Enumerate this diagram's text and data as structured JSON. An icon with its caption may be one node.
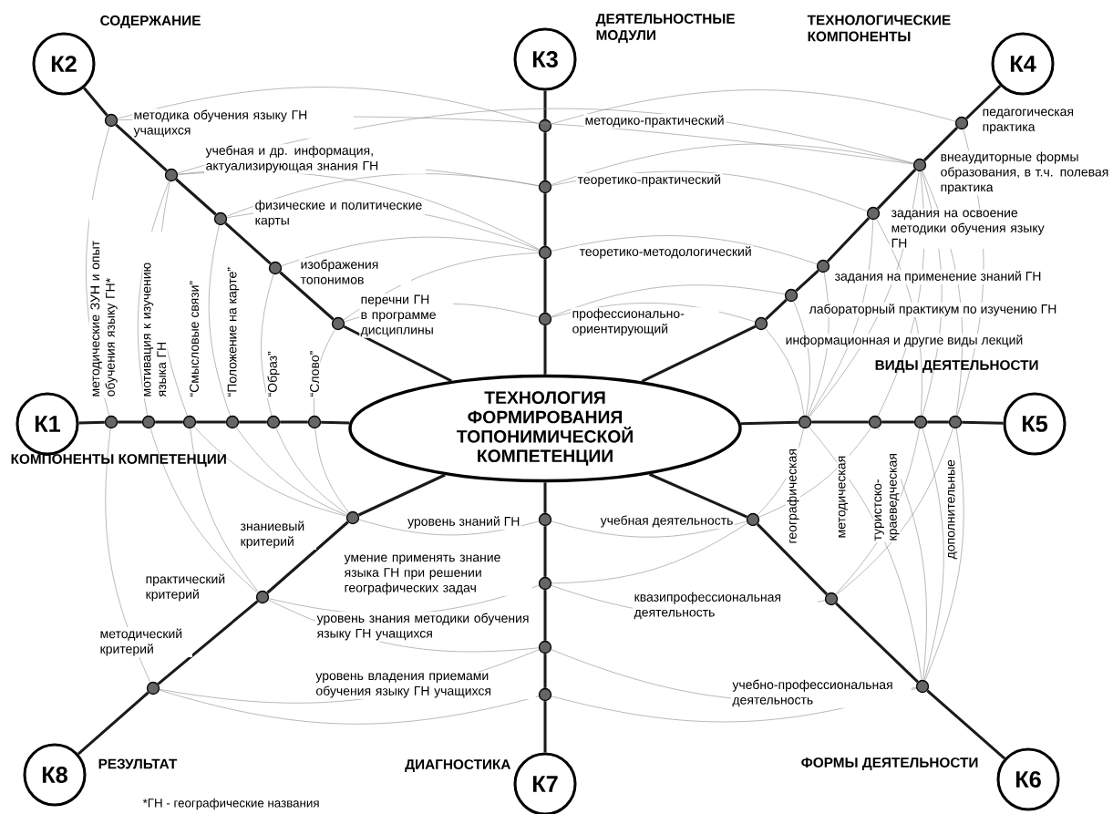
{
  "diagram": {
    "nodes": [
      {
        "text": [
          "ТЕХНОЛОГИЯ ФОРМИРОВАНИЯ ТОПОНИМИЧЕСКОЙ КОМПЕТЕНЦИИ"
        ]
      },
      {
        "text": [
          "К1"
        ],
        "beside": [
          "КОМПОНЕНТЫ КОМПЕТЕНЦИИ"
        ]
      },
      {
        "text": [
          "К2"
        ],
        "beside": [
          "СОДЕРЖАНИЕ"
        ]
      },
      {
        "text": [
          "К3"
        ],
        "beside": [
          "ДЕЯТЕЛЬНОСТНЫЕ МОДУЛИ"
        ]
      },
      {
        "text": [
          "К4"
        ],
        "beside": [
          "ТЕХНОЛОГИЧЕСКИЕ КОМПОНЕНТЫ"
        ]
      },
      {
        "text": [
          "К5"
        ],
        "beside": [
          "ВИДЫ ДЕЯТЕЛЬНОСТИ"
        ]
      },
      {
        "text": [
          "К6"
        ],
        "beside": [
          "ФОРМЫ ДЕЯТЕЛЬНОСТИ"
        ]
      },
      {
        "text": [
          "К7"
        ],
        "beside": [
          "ДИАГНОСТИКА"
        ]
      },
      {
        "text": [
          "К8"
        ],
        "beside": [
          "РЕЗУЛЬТАТ"
        ]
      },
      {
        "text": [],
        "shape": "circle",
        "beside": [
          "методические ЗУН и опыт обучения языку ГН*"
        ]
      },
      {
        "text": [],
        "shape": "circle",
        "beside": [
          "мотивация к изучению языка ГН"
        ]
      },
      {
        "text": [],
        "shape": "circle",
        "beside": [
          "“Смысловые связи”"
        ]
      },
      {
        "text": [],
        "shape": "circle",
        "beside": [
          "“Положение на карте”"
        ]
      },
      {
        "text": [],
        "shape": "circle",
        "beside": [
          "“Образ”"
        ]
      },
      {
        "text": [],
        "shape": "circle",
        "beside": [
          "“Слово”"
        ]
      },
      {
        "text": [],
        "shape": "circle",
        "beside": [
          "методика обучения языку ГН учащихся"
        ]
      },
      {
        "text": [],
        "shape": "circle",
        "beside": [
          "учебная и др. информация, актуализирующая знания ГН"
        ]
      },
      {
        "text": [],
        "shape": "circle",
        "beside": [
          "физические и политические карты"
        ]
      },
      {
        "text": [],
        "shape": "circle",
        "beside": [
          "изображения топонимов"
        ]
      },
      {
        "text": [],
        "shape": "circle",
        "beside": [
          "перечни ГН в программе дисциплины"
        ]
      },
      {
        "text": [],
        "shape": "circle",
        "beside": [
          "методико-практический"
        ]
      },
      {
        "text": [],
        "shape": "circle",
        "beside": [
          "теоретико-практический"
        ]
      },
      {
        "text": [],
        "shape": "circle",
        "beside": [
          "теоретико-методологический"
        ]
      },
      {
        "text": [],
        "shape": "circle",
        "beside": [
          "профессионально-ориентирующий"
        ]
      },
      {
        "text": [],
        "shape": "circle",
        "beside": [
          "педагогическая практика"
        ]
      },
      {
        "text": [],
        "shape": "circle",
        "beside": [
          "внеаудиторные формы образования, в т.ч. полевая практика"
        ]
      },
      {
        "text": [],
        "shape": "circle",
        "beside": [
          "задания на освоение методики обучения языку ГН"
        ]
      },
      {
        "text": [],
        "shape": "circle",
        "beside": [
          "задания на применение знаний ГН"
        ]
      },
      {
        "text": [],
        "shape": "circle",
        "beside": [
          "лабораторный практикум по изучению ГН"
        ]
      },
      {
        "text": [],
        "shape": "circle",
        "beside": [
          "информационная и другие виды лекций"
        ]
      },
      {
        "text": [],
        "shape": "circle",
        "beside": [
          "географическая"
        ]
      },
      {
        "text": [],
        "shape": "circle",
        "beside": [
          "методическая"
        ]
      },
      {
        "text": [],
        "shape": "circle",
        "beside": [
          "туристско-краеведческая"
        ]
      },
      {
        "text": [],
        "shape": "circle",
        "beside": [
          "дополнительные"
        ]
      },
      {
        "text": [],
        "shape": "circle",
        "beside": [
          "учебная деятельность"
        ]
      },
      {
        "text": [],
        "shape": "circle",
        "beside": [
          "квазипрофессиональная деятельность"
        ]
      },
      {
        "text": [],
        "shape": "circle",
        "beside": [
          "учебно-профессиональная деятельность"
        ]
      },
      {
        "text": [],
        "shape": "circle",
        "beside": [
          "уровень знаний ГН"
        ]
      },
      {
        "text": [],
        "shape": "circle",
        "beside": [
          "умение применять знание языка ГН при решении географических задач"
        ]
      },
      {
        "text": [],
        "shape": "circle",
        "beside": [
          "уровень знания методики обучения языку ГН учащихся"
        ]
      },
      {
        "text": [],
        "shape": "circle",
        "beside": [
          "уровень владения приемами обучения языку ГН учащихся"
        ]
      },
      {
        "text": [],
        "shape": "circle",
        "beside": [
          "знаниевый критерий"
        ]
      },
      {
        "text": [],
        "shape": "circle",
        "beside": [
          "практический критерий"
        ]
      },
      {
        "text": [],
        "shape": "circle",
        "beside": [
          "методический критерий"
        ]
      }
    ],
    "edges": [
      {
        "from": 0,
        "to": 14,
        "arrow": "none",
        "style": "thick",
        "color": "#1a1a1a"
      },
      {
        "from": 14,
        "to": 13,
        "arrow": "none",
        "style": "thick",
        "color": "#1a1a1a"
      },
      {
        "from": 13,
        "to": 12,
        "arrow": "none",
        "style": "thick",
        "color": "#1a1a1a"
      },
      {
        "from": 12,
        "to": 11,
        "arrow": "none",
        "style": "thick",
        "color": "#1a1a1a"
      },
      {
        "from": 11,
        "to": 10,
        "arrow": "none",
        "style": "thick",
        "color": "#1a1a1a"
      },
      {
        "from": 10,
        "to": 9,
        "arrow": "none",
        "style": "thick",
        "color": "#1a1a1a"
      },
      {
        "from": 9,
        "to": 1,
        "arrow": "none",
        "style": "thick",
        "color": "#1a1a1a"
      },
      {
        "from": 0,
        "to": 19,
        "arrow": "none",
        "style": "thick",
        "color": "#1a1a1a"
      },
      {
        "from": 19,
        "to": 18,
        "arrow": "none",
        "style": "thick",
        "color": "#1a1a1a"
      },
      {
        "from": 18,
        "to": 17,
        "arrow": "none",
        "style": "thick",
        "color": "#1a1a1a"
      },
      {
        "from": 17,
        "to": 16,
        "arrow": "none",
        "style": "thick",
        "color": "#1a1a1a"
      },
      {
        "from": 16,
        "to": 15,
        "arrow": "none",
        "style": "thick",
        "color": "#1a1a1a"
      },
      {
        "from": 15,
        "to": 2,
        "arrow": "none",
        "style": "thick",
        "color": "#1a1a1a"
      },
      {
        "from": 0,
        "to": 23,
        "arrow": "none",
        "style": "thick",
        "color": "#1a1a1a"
      },
      {
        "from": 23,
        "to": 22,
        "arrow": "none",
        "style": "thick",
        "color": "#1a1a1a"
      },
      {
        "from": 22,
        "to": 21,
        "arrow": "none",
        "style": "thick",
        "color": "#1a1a1a"
      },
      {
        "from": 21,
        "to": 20,
        "arrow": "none",
        "style": "thick",
        "color": "#1a1a1a"
      },
      {
        "from": 20,
        "to": 3,
        "arrow": "none",
        "style": "thick",
        "color": "#1a1a1a"
      },
      {
        "from": 0,
        "to": 29,
        "arrow": "none",
        "style": "thick",
        "color": "#1a1a1a"
      },
      {
        "from": 29,
        "to": 28,
        "arrow": "none",
        "style": "thick",
        "color": "#1a1a1a"
      },
      {
        "from": 28,
        "to": 27,
        "arrow": "none",
        "style": "thick",
        "color": "#1a1a1a"
      },
      {
        "from": 27,
        "to": 26,
        "arrow": "none",
        "style": "thick",
        "color": "#1a1a1a"
      },
      {
        "from": 26,
        "to": 25,
        "arrow": "none",
        "style": "thick",
        "color": "#1a1a1a"
      },
      {
        "from": 25,
        "to": 24,
        "arrow": "none",
        "style": "thick",
        "color": "#1a1a1a"
      },
      {
        "from": 24,
        "to": 4,
        "arrow": "none",
        "style": "thick",
        "color": "#1a1a1a"
      },
      {
        "from": 0,
        "to": 30,
        "arrow": "none",
        "style": "thick",
        "color": "#1a1a1a"
      },
      {
        "from": 30,
        "to": 31,
        "arrow": "none",
        "style": "thick",
        "color": "#1a1a1a"
      },
      {
        "from": 31,
        "to": 32,
        "arrow": "none",
        "style": "thick",
        "color": "#1a1a1a"
      },
      {
        "from": 32,
        "to": 33,
        "arrow": "none",
        "style": "thick",
        "color": "#1a1a1a"
      },
      {
        "from": 33,
        "to": 5,
        "arrow": "none",
        "style": "thick",
        "color": "#1a1a1a"
      },
      {
        "from": 0,
        "to": 34,
        "arrow": "none",
        "style": "thick",
        "color": "#1a1a1a"
      },
      {
        "from": 34,
        "to": 35,
        "arrow": "none",
        "style": "thick",
        "color": "#1a1a1a"
      },
      {
        "from": 35,
        "to": 36,
        "arrow": "none",
        "style": "thick",
        "color": "#1a1a1a"
      },
      {
        "from": 36,
        "to": 6,
        "arrow": "none",
        "style": "thick",
        "color": "#1a1a1a"
      },
      {
        "from": 0,
        "to": 37,
        "arrow": "none",
        "style": "thick",
        "color": "#1a1a1a"
      },
      {
        "from": 37,
        "to": 38,
        "arrow": "none",
        "style": "thick",
        "color": "#1a1a1a"
      },
      {
        "from": 38,
        "to": 39,
        "arrow": "none",
        "style": "thick",
        "color": "#1a1a1a"
      },
      {
        "from": 39,
        "to": 40,
        "arrow": "none",
        "style": "thick",
        "color": "#1a1a1a"
      },
      {
        "from": 40,
        "to": 7,
        "arrow": "none",
        "style": "thick",
        "color": "#1a1a1a"
      },
      {
        "from": 0,
        "to": 41,
        "arrow": "none",
        "style": "thick",
        "color": "#1a1a1a"
      },
      {
        "from": 41,
        "to": 42,
        "arrow": "none",
        "style": "thick",
        "color": "#1a1a1a"
      },
      {
        "from": 42,
        "to": 43,
        "arrow": "none",
        "style": "thick",
        "color": "#1a1a1a"
      },
      {
        "from": 43,
        "to": 8,
        "arrow": "none",
        "style": "thick",
        "color": "#1a1a1a"
      },
      {
        "from": 15,
        "to": 20,
        "arrow": "none"
      },
      {
        "from": 20,
        "to": 24,
        "arrow": "none"
      },
      {
        "from": 15,
        "to": 25,
        "arrow": "none"
      },
      {
        "from": 16,
        "to": 21,
        "arrow": "none"
      },
      {
        "from": 16,
        "to": 22,
        "arrow": "none"
      },
      {
        "from": 16,
        "to": 25,
        "arrow": "none"
      },
      {
        "from": 17,
        "to": 21,
        "arrow": "none"
      },
      {
        "from": 17,
        "to": 22,
        "arrow": "none"
      },
      {
        "from": 18,
        "to": 22,
        "arrow": "none"
      },
      {
        "from": 19,
        "to": 23,
        "arrow": "none"
      },
      {
        "from": 19,
        "to": 22,
        "arrow": "none"
      },
      {
        "from": 21,
        "to": 25,
        "arrow": "none"
      },
      {
        "from": 22,
        "to": 27,
        "arrow": "none"
      },
      {
        "from": 23,
        "to": 28,
        "arrow": "none"
      },
      {
        "from": 23,
        "to": 29,
        "arrow": "none"
      },
      {
        "from": 21,
        "to": 26,
        "arrow": "none"
      },
      {
        "from": 25,
        "to": 30,
        "arrow": "none"
      },
      {
        "from": 25,
        "to": 31,
        "arrow": "none"
      },
      {
        "from": 25,
        "to": 32,
        "arrow": "none"
      },
      {
        "from": 25,
        "to": 33,
        "arrow": "none"
      },
      {
        "from": 24,
        "to": 33,
        "arrow": "none"
      },
      {
        "from": 26,
        "to": 30,
        "arrow": "none"
      },
      {
        "from": 27,
        "to": 30,
        "arrow": "none"
      },
      {
        "from": 28,
        "to": 30,
        "arrow": "none"
      },
      {
        "from": 29,
        "to": 30,
        "arrow": "none"
      },
      {
        "from": 26,
        "to": 32,
        "arrow": "none"
      },
      {
        "from": 9,
        "to": 15,
        "arrow": "none"
      },
      {
        "from": 10,
        "to": 16,
        "arrow": "none"
      },
      {
        "from": 11,
        "to": 16,
        "arrow": "none"
      },
      {
        "from": 12,
        "to": 17,
        "arrow": "none"
      },
      {
        "from": 13,
        "to": 18,
        "arrow": "none"
      },
      {
        "from": 14,
        "to": 19,
        "arrow": "none"
      },
      {
        "from": 9,
        "to": 43,
        "arrow": "none"
      },
      {
        "from": 10,
        "to": 42,
        "arrow": "none"
      },
      {
        "from": 11,
        "to": 41,
        "arrow": "none"
      },
      {
        "from": 12,
        "to": 41,
        "arrow": "none"
      },
      {
        "from": 13,
        "to": 41,
        "arrow": "none"
      },
      {
        "from": 14,
        "to": 41,
        "arrow": "none"
      },
      {
        "from": 11,
        "to": 42,
        "arrow": "none"
      },
      {
        "from": 41,
        "to": 37,
        "arrow": "none"
      },
      {
        "from": 42,
        "to": 38,
        "arrow": "none"
      },
      {
        "from": 42,
        "to": 39,
        "arrow": "none"
      },
      {
        "from": 43,
        "to": 39,
        "arrow": "none"
      },
      {
        "from": 43,
        "to": 40,
        "arrow": "none"
      },
      {
        "from": 37,
        "to": 34,
        "arrow": "none"
      },
      {
        "from": 38,
        "to": 35,
        "arrow": "none"
      },
      {
        "from": 39,
        "to": 36,
        "arrow": "none"
      },
      {
        "from": 40,
        "to": 36,
        "arrow": "none"
      },
      {
        "from": 38,
        "to": 34,
        "arrow": "none"
      },
      {
        "from": 34,
        "to": 30,
        "arrow": "none"
      },
      {
        "from": 34,
        "to": 31,
        "arrow": "none"
      },
      {
        "from": 35,
        "to": 32,
        "arrow": "none"
      },
      {
        "from": 35,
        "to": 33,
        "arrow": "none"
      },
      {
        "from": 36,
        "to": 30,
        "arrow": "none"
      },
      {
        "from": 36,
        "to": 31,
        "arrow": "none"
      },
      {
        "from": 36,
        "to": 32,
        "arrow": "none"
      },
      {
        "from": 36,
        "to": 33,
        "arrow": "none"
      }
    ],
    "labels": [
      "*ГН - географические названия"
    ]
  }
}
